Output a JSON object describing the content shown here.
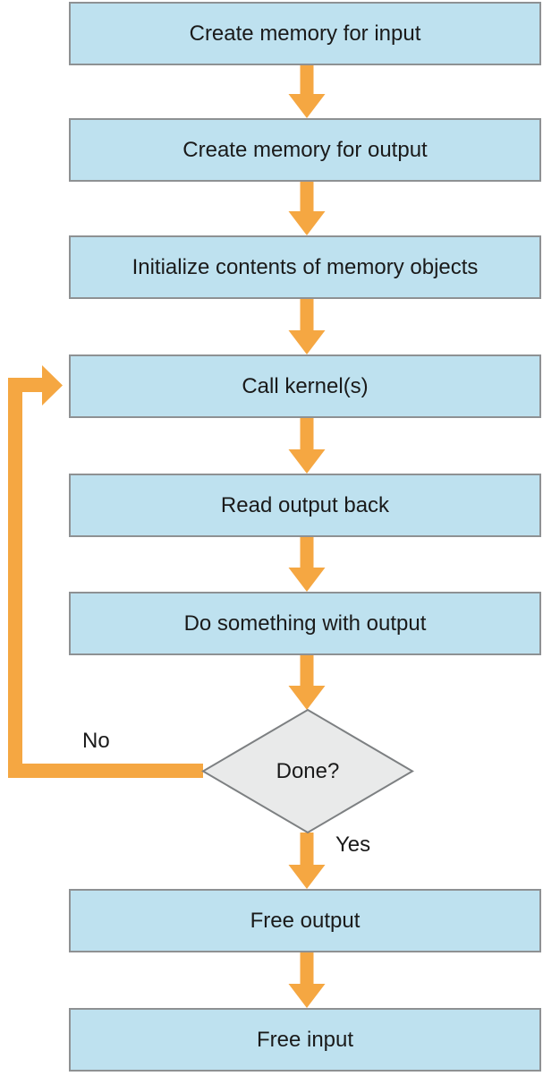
{
  "flowchart": {
    "steps": [
      {
        "label": "Create memory for input"
      },
      {
        "label": "Create memory for output"
      },
      {
        "label": "Initialize contents of memory objects"
      },
      {
        "label": "Call kernel(s)"
      },
      {
        "label": "Read output back"
      },
      {
        "label": "Do something with output"
      }
    ],
    "decision": {
      "label": "Done?",
      "yes_label": "Yes",
      "no_label": "No"
    },
    "end_steps": [
      {
        "label": "Free output"
      },
      {
        "label": "Free input"
      }
    ],
    "colors": {
      "box_fill": "#BEE1EF",
      "box_border": "#8E9193",
      "decision_fill": "#E9EAEA",
      "decision_border": "#7D8082",
      "arrow": "#F5A742",
      "text": "#1A1A1A",
      "background": "#FFFFFF"
    }
  }
}
